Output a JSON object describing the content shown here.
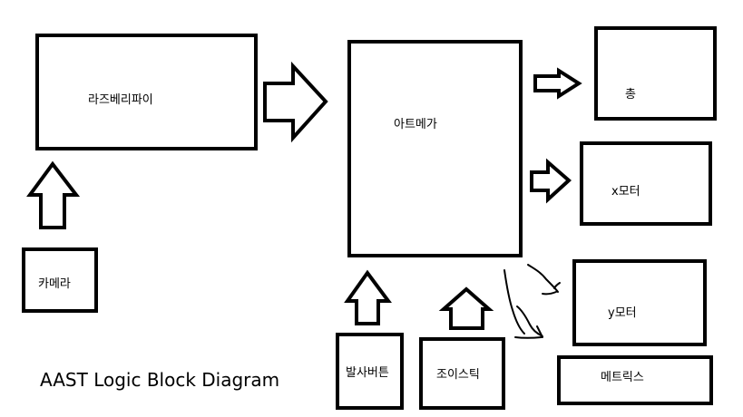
{
  "diagram": {
    "title": "AAST Logic Block Diagram",
    "blocks": {
      "raspberry_pi": "라즈베리파이",
      "camera": "카메라",
      "atmega": "아트메가",
      "gun": "총",
      "x_motor": "x모터",
      "y_motor": "y모터",
      "fire_button": "발사버튼",
      "joystick": "조이스틱",
      "matrix": "메트릭스"
    }
  }
}
